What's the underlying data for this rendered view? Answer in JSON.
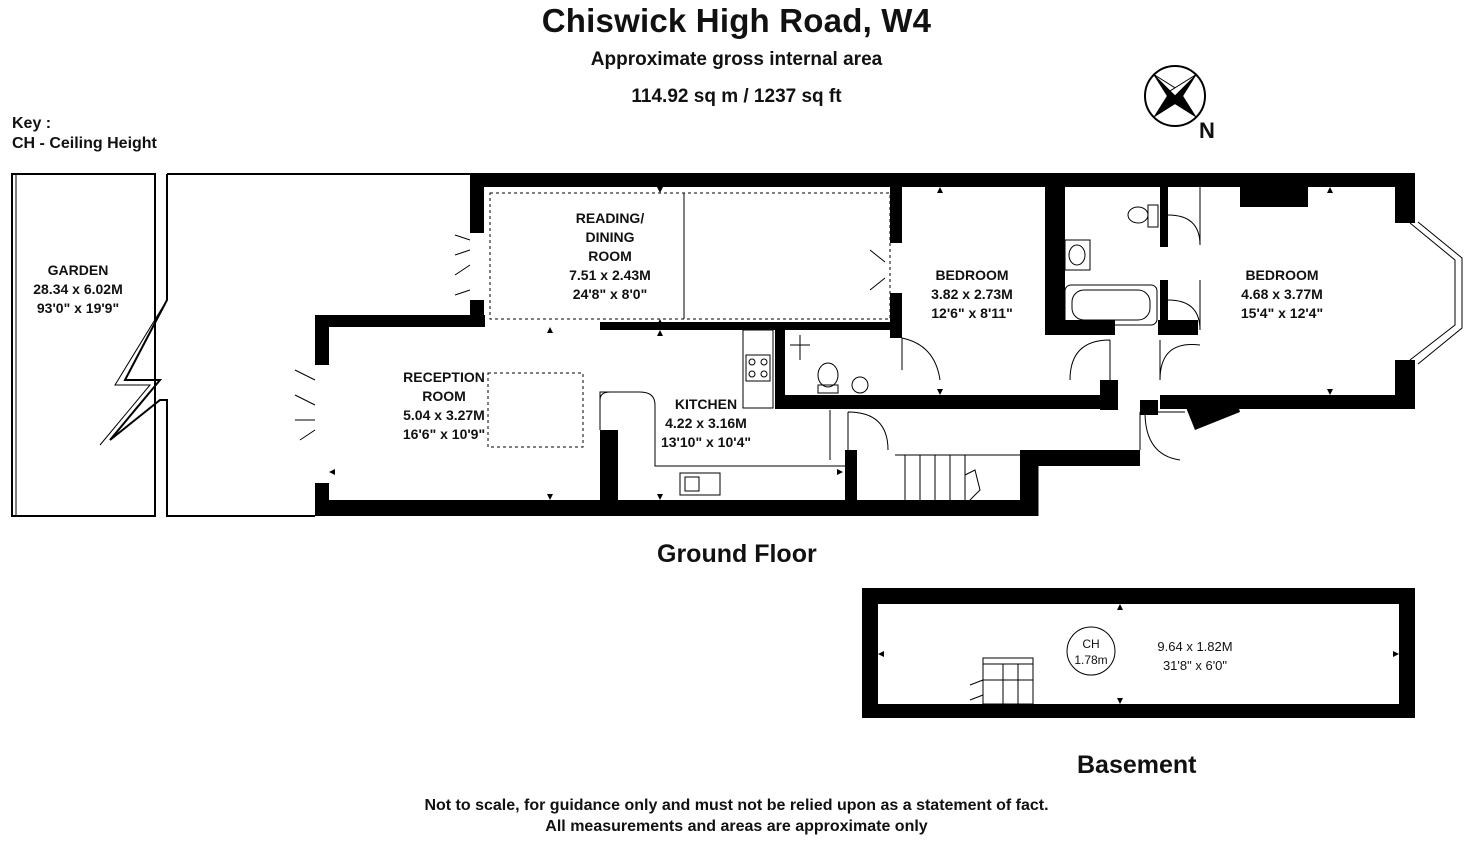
{
  "header": {
    "title": "Chiswick High Road, W4",
    "area_label": "Approximate gross internal area",
    "area_value": "114.92 sq m /  1237 sq ft"
  },
  "key": {
    "heading": "Key :",
    "entry": "CH - Ceiling Height"
  },
  "compass": {
    "north_label": "N",
    "icon": "compass-icon"
  },
  "ground_floor": {
    "label": "Ground Floor",
    "rooms": [
      {
        "id": "garden",
        "lines": [
          "GARDEN",
          "28.34 x 6.02M",
          "93'0\" x 19'9\""
        ]
      },
      {
        "id": "reading-dining-room",
        "lines": [
          "READING/",
          "DINING",
          "ROOM",
          "7.51 x 2.43M",
          "24'8\" x 8'0\""
        ]
      },
      {
        "id": "bedroom-1",
        "lines": [
          "BEDROOM",
          "3.82 x 2.73M",
          "12'6\" x 8'11\""
        ]
      },
      {
        "id": "bedroom-2",
        "lines": [
          "BEDROOM",
          "4.68 x 3.77M",
          "15'4\" x 12'4\""
        ]
      },
      {
        "id": "reception-room",
        "lines": [
          "RECEPTION",
          "ROOM",
          "5.04 x 3.27M",
          "16'6\" x 10'9\""
        ]
      },
      {
        "id": "kitchen",
        "lines": [
          "KITCHEN",
          "4.22 x 3.16M",
          "13'10\" x 10'4\""
        ]
      }
    ]
  },
  "basement": {
    "label": "Basement",
    "ceiling_height": [
      "CH",
      "1.78m"
    ],
    "dimensions": [
      "9.64 x 1.82M",
      "31'8\" x 6'0\""
    ]
  },
  "footer": {
    "line1": "Not to scale, for guidance only and must not be relied upon as a statement of fact.",
    "line2": "All measurements and areas are approximate only"
  }
}
